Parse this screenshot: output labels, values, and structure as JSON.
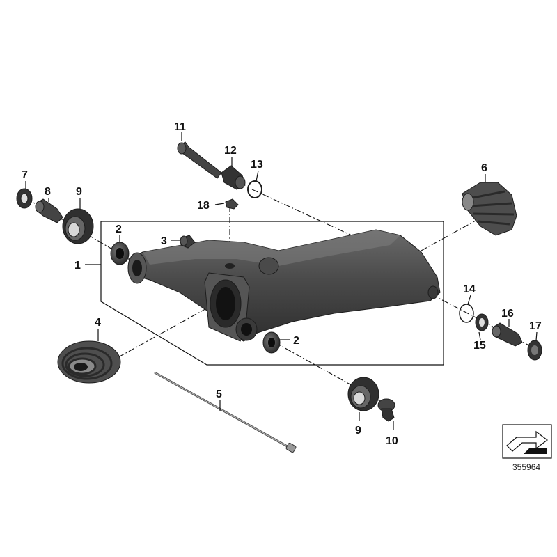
{
  "diagram": {
    "reference_code": "355964",
    "callouts": [
      {
        "id": "c1",
        "label": "1"
      },
      {
        "id": "c2a",
        "label": "2"
      },
      {
        "id": "c2b",
        "label": "2"
      },
      {
        "id": "c3",
        "label": "3"
      },
      {
        "id": "c4",
        "label": "4"
      },
      {
        "id": "c5",
        "label": "5"
      },
      {
        "id": "c6",
        "label": "6"
      },
      {
        "id": "c7",
        "label": "7"
      },
      {
        "id": "c8",
        "label": "8"
      },
      {
        "id": "c9a",
        "label": "9"
      },
      {
        "id": "c9b",
        "label": "9"
      },
      {
        "id": "c10",
        "label": "10"
      },
      {
        "id": "c11",
        "label": "11"
      },
      {
        "id": "c12",
        "label": "12"
      },
      {
        "id": "c13",
        "label": "13"
      },
      {
        "id": "c14",
        "label": "14"
      },
      {
        "id": "c15",
        "label": "15"
      },
      {
        "id": "c16",
        "label": "16"
      },
      {
        "id": "c17",
        "label": "17"
      },
      {
        "id": "c18",
        "label": "18"
      }
    ]
  }
}
